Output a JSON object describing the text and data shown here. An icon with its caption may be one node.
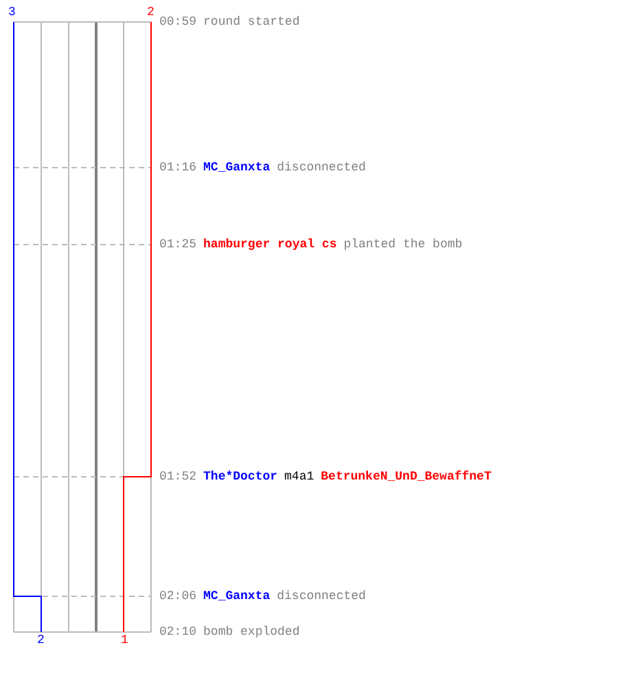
{
  "diagram": {
    "nodes": [
      {
        "text": [
          "00:59",
          "round started"
        ]
      },
      {
        "text": [
          "01:16",
          "MC_Ganxta",
          "disconnected"
        ]
      },
      {
        "text": [
          "01:25",
          "hamburger royal cs",
          "planted the bomb"
        ]
      },
      {
        "text": [
          "01:52",
          "The*Doctor",
          "m4a1",
          "BetrunkeN_UnD_BewaffneT"
        ]
      },
      {
        "text": [
          "02:06",
          "MC_Ganxta",
          "disconnected"
        ]
      },
      {
        "text": [
          "02:10",
          "bomb exploded"
        ]
      }
    ],
    "labels": [
      "3",
      "2",
      "2",
      "1"
    ]
  }
}
